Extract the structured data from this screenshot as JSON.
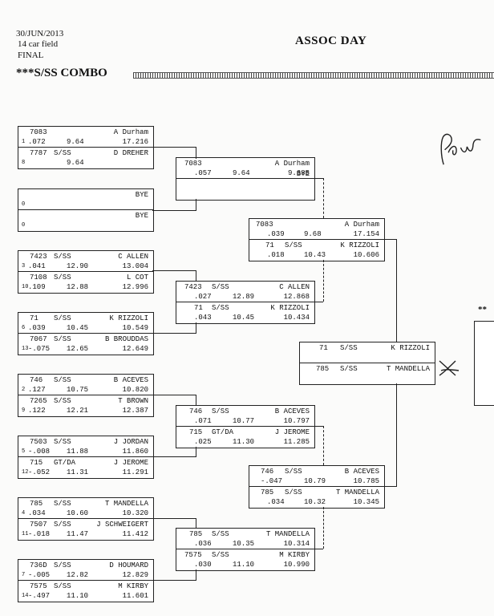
{
  "header": {
    "date": "30/JUN/2013",
    "field": "14 car field",
    "round": "FINAL",
    "event": "ASSOC DAY",
    "class": "***S/SS COMBO",
    "edge_marker": "**"
  },
  "round1": [
    {
      "top": {
        "car": "7083",
        "class": "",
        "driver": "A Durham",
        "lane": "1",
        "rt": ".072",
        "et": "9.64",
        "speed": "17.216"
      },
      "bottom": {
        "car": "7787",
        "class": "S/SS",
        "driver": "D DREHER",
        "lane": "8",
        "rt": "",
        "et": "9.64",
        "speed": ""
      }
    },
    {
      "top": {
        "car": "",
        "class": "",
        "driver": "BYE",
        "lane": "0",
        "rt": "",
        "et": "",
        "speed": ""
      },
      "bottom": {
        "car": "",
        "class": "",
        "driver": "BYE",
        "lane": "0",
        "rt": "",
        "et": "",
        "speed": ""
      }
    },
    {
      "top": {
        "car": "7423",
        "class": "S/SS",
        "driver": "C ALLEN",
        "lane": "3",
        "rt": ".041",
        "et": "12.90",
        "speed": "13.004"
      },
      "bottom": {
        "car": "7108",
        "class": "S/SS",
        "driver": "L COT",
        "lane": "10",
        "rt": ".109",
        "et": "12.88",
        "speed": "12.996"
      }
    },
    {
      "top": {
        "car": "71",
        "class": "S/SS",
        "driver": "K RIZZOLI",
        "lane": "6",
        "rt": ".039",
        "et": "10.45",
        "speed": "10.549"
      },
      "bottom": {
        "car": "7067",
        "class": "S/SS",
        "driver": "B BROUDDAS",
        "lane": "13",
        "rt": "-.075",
        "et": "12.65",
        "speed": "12.649"
      }
    },
    {
      "top": {
        "car": "746",
        "class": "S/SS",
        "driver": "B ACEVES",
        "lane": "2",
        "rt": ".127",
        "et": "10.75",
        "speed": "10.820"
      },
      "bottom": {
        "car": "7265",
        "class": "S/SS",
        "driver": "T BROWN",
        "lane": "9",
        "rt": ".122",
        "et": "12.21",
        "speed": "12.387"
      }
    },
    {
      "top": {
        "car": "7503",
        "class": "S/SS",
        "driver": "J JORDAN",
        "lane": "5",
        "rt": "-.008",
        "et": "11.88",
        "speed": "11.860"
      },
      "bottom": {
        "car": "715",
        "class": "GT/DA",
        "driver": "J JEROME",
        "lane": "12",
        "rt": "-.052",
        "et": "11.31",
        "speed": "11.291"
      }
    },
    {
      "top": {
        "car": "785",
        "class": "S/SS",
        "driver": "T MANDELLA",
        "lane": "4",
        "rt": ".034",
        "et": "10.60",
        "speed": "10.320"
      },
      "bottom": {
        "car": "7507",
        "class": "S/SS",
        "driver": "J SCHWEIGERT",
        "lane": "11",
        "rt": "-.018",
        "et": "11.47",
        "speed": "11.412"
      }
    },
    {
      "top": {
        "car": "736D",
        "class": "S/SS",
        "driver": "D HOUMARD",
        "lane": "7",
        "rt": "-.005",
        "et": "12.82",
        "speed": "12.829"
      },
      "bottom": {
        "car": "7575",
        "class": "S/SS",
        "driver": "M KIRBY",
        "lane": "14",
        "rt": "-.497",
        "et": "11.10",
        "speed": "11.601"
      }
    }
  ],
  "round2": [
    {
      "top": {
        "car": "7083",
        "class": "",
        "driver": "A Durham",
        "rt": ".057",
        "et": "9.64",
        "speed": "9.685"
      },
      "bottom": {
        "car": "",
        "class": "",
        "driver": "BYE",
        "rt": "",
        "et": "",
        "speed": ""
      }
    },
    {
      "top": {
        "car": "7423",
        "class": "S/SS",
        "driver": "C ALLEN",
        "rt": ".027",
        "et": "12.89",
        "speed": "12.868"
      },
      "bottom": {
        "car": "71",
        "class": "S/SS",
        "driver": "K RIZZOLI",
        "rt": ".043",
        "et": "10.45",
        "speed": "10.434"
      }
    },
    {
      "top": {
        "car": "746",
        "class": "S/SS",
        "driver": "B ACEVES",
        "rt": ".071",
        "et": "10.77",
        "speed": "10.797"
      },
      "bottom": {
        "car": "715",
        "class": "GT/DA",
        "driver": "J JEROME",
        "rt": ".025",
        "et": "11.30",
        "speed": "11.285"
      }
    },
    {
      "top": {
        "car": "785",
        "class": "S/SS",
        "driver": "T MANDELLA",
        "rt": ".036",
        "et": "10.35",
        "speed": "10.314"
      },
      "bottom": {
        "car": "7575",
        "class": "S/SS",
        "driver": "M KIRBY",
        "rt": ".030",
        "et": "11.10",
        "speed": "10.990"
      }
    }
  ],
  "round3": [
    {
      "top": {
        "car": "7083",
        "class": "",
        "driver": "A Durham",
        "rt": ".039",
        "et": "9.68",
        "speed": "17.154"
      },
      "bottom": {
        "car": "71",
        "class": "S/SS",
        "driver": "K RIZZOLI",
        "rt": ".018",
        "et": "10.43",
        "speed": "10.606"
      }
    },
    {
      "top": {
        "car": "746",
        "class": "S/SS",
        "driver": "B ACEVES",
        "rt": "-.047",
        "et": "10.79",
        "speed": "10.785"
      },
      "bottom": {
        "car": "785",
        "class": "S/SS",
        "driver": "T MANDELLA",
        "rt": ".034",
        "et": "10.32",
        "speed": "10.345"
      }
    }
  ],
  "final": {
    "top": {
      "car": "71",
      "class": "S/SS",
      "driver": "K RIZZOLI"
    },
    "bottom": {
      "car": "785",
      "class": "S/SS",
      "driver": "T MANDELLA"
    }
  }
}
